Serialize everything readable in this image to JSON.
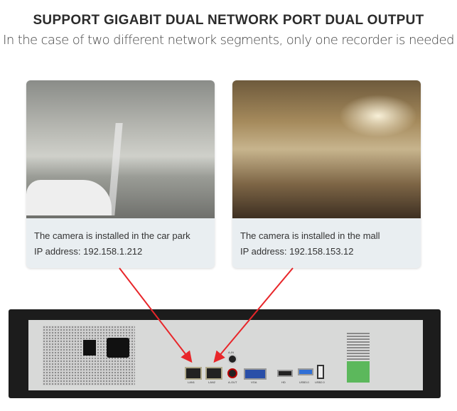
{
  "header": {
    "title": "SUPPORT GIGABIT DUAL NETWORK PORT DUAL OUTPUT",
    "subtitle": "In the case of two different network segments, only one recorder is needed"
  },
  "cards": [
    {
      "caption": "The camera is installed in the car park",
      "ip": "IP address: 192.158.1.212"
    },
    {
      "caption": "The camera is installed in the mall",
      "ip": "IP address: 192.158.153.12"
    }
  ],
  "ports": {
    "lan1": "LAN1",
    "lan2": "LAN2",
    "ain": "A-IN",
    "aout": "A-OUT",
    "vga": "VGA",
    "hd": "HD",
    "usb3": "USB3.0",
    "usb2": "USB2.0"
  },
  "colors": {
    "arrow": "#e8262a"
  }
}
